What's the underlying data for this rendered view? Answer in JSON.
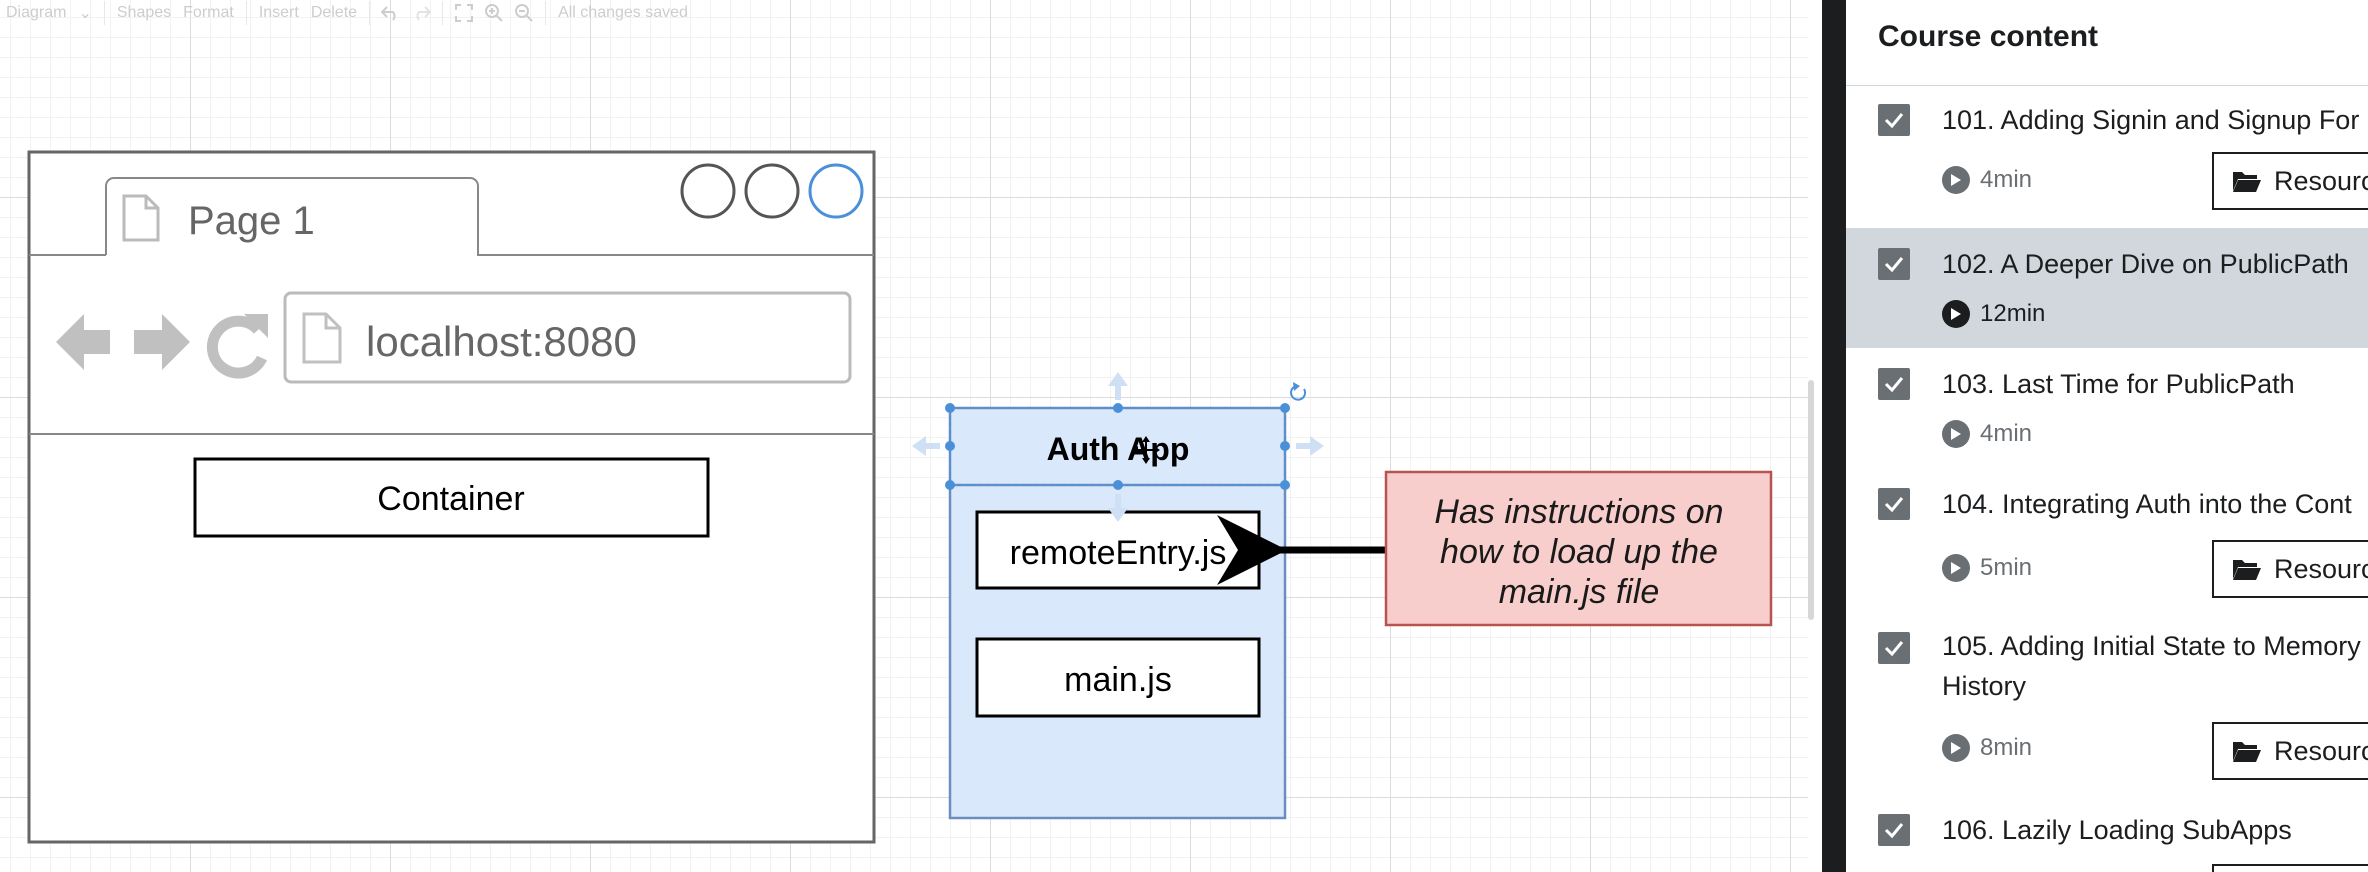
{
  "toolbar": {
    "diagram_menu": "Diagram",
    "shapes": "Shapes",
    "format": "Format",
    "insert": "Insert",
    "delete": "Delete",
    "status": "All changes saved"
  },
  "diagram": {
    "browser": {
      "tab_label": "Page 1",
      "url": "localhost:8080",
      "container_label": "Container"
    },
    "auth_app": {
      "title": "Auth App",
      "remote_entry": "remoteEntry.js",
      "main_js": "main.js"
    },
    "note": {
      "lines": [
        "Has instructions on",
        "how to load up the",
        "main.js file"
      ]
    },
    "colors": {
      "auth_fill": "#dae8fc",
      "auth_stroke": "#6c8ebf",
      "note_fill": "#f8cecc",
      "note_stroke": "#b85450",
      "selection": "#4a90d9"
    }
  },
  "sidebar": {
    "title": "Course content",
    "lectures": [
      {
        "title": "101. Adding Signin and Signup For",
        "duration": "4min",
        "resources": "Resources",
        "completed": true
      },
      {
        "title": "102. A Deeper Dive on PublicPath",
        "duration": "12min",
        "completed": true,
        "active": true
      },
      {
        "title": "103. Last Time for PublicPath",
        "duration": "4min",
        "completed": true
      },
      {
        "title": "104. Integrating Auth into the Cont",
        "duration": "5min",
        "resources": "Resources",
        "completed": true
      },
      {
        "title": "105. Adding Initial State to Memory",
        "title_line2": "History",
        "duration": "8min",
        "resources": "Resources",
        "completed": true
      },
      {
        "title": "106. Lazily Loading SubApps",
        "completed": true
      }
    ]
  }
}
